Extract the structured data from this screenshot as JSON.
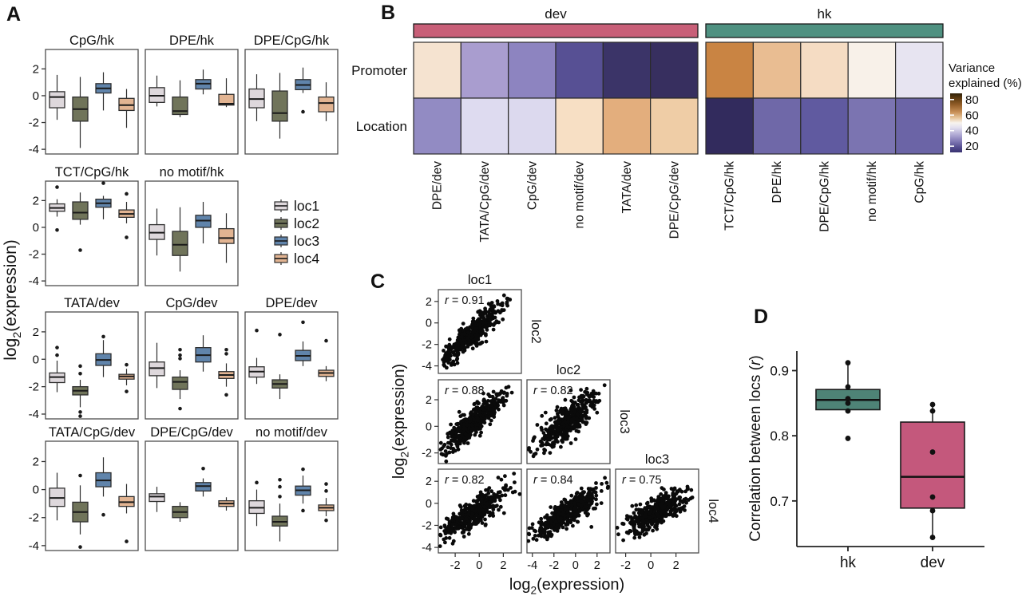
{
  "panel_letters": {
    "a": "A",
    "b": "B",
    "c": "C",
    "d": "D"
  },
  "chart_data": [
    {
      "id": "A",
      "type": "boxplot-grid",
      "ylabel": {
        "pre": "log",
        "sub": "2",
        "post": "(expression)"
      },
      "ylim": [
        -4.35,
        3.45
      ],
      "yticks": [
        2,
        0,
        -2,
        -4
      ],
      "locs": [
        "loc1",
        "loc2",
        "loc3",
        "loc4"
      ],
      "loc_colors": [
        "#ded8dc",
        "#70745a",
        "#6084ab",
        "#e2b492"
      ],
      "subplots": [
        {
          "title": "CpG/hk",
          "boxes": [
            [
              -1.8,
              -0.9,
              -0.1,
              0.3,
              1.55
            ],
            [
              -3.9,
              -1.9,
              -1.0,
              -0.1,
              1.4
            ],
            [
              -1.1,
              0.2,
              0.55,
              0.9,
              1.75
            ],
            [
              -2.4,
              -1.1,
              -0.7,
              -0.2,
              0.5
            ]
          ],
          "outliers": [
            [],
            [],
            [],
            []
          ]
        },
        {
          "title": "DPE/hk",
          "boxes": [
            [
              -0.8,
              -0.5,
              0.0,
              0.6,
              1.5
            ],
            [
              -1.6,
              -1.4,
              -1.15,
              -0.1,
              1.15
            ],
            [
              0.1,
              0.5,
              0.9,
              1.2,
              1.95
            ],
            [
              -0.85,
              -0.7,
              -0.6,
              0.1,
              1.3
            ]
          ],
          "outliers": [
            [],
            [],
            [],
            []
          ]
        },
        {
          "title": "DPE/CpG/hk",
          "boxes": [
            [
              -1.9,
              -0.9,
              -0.25,
              0.5,
              1.6
            ],
            [
              -3.2,
              -1.9,
              -1.3,
              0.35,
              1.7
            ],
            [
              0.2,
              0.45,
              0.8,
              1.2,
              2.1
            ],
            [
              -1.9,
              -1.2,
              -0.55,
              -0.1,
              1.0
            ]
          ],
          "outliers": [
            [],
            [],
            [
              -1.2
            ],
            []
          ]
        },
        {
          "title": "TCT/CpG/hk",
          "boxes": [
            [
              0.8,
              1.2,
              1.45,
              1.75,
              2.1
            ],
            [
              0.2,
              0.6,
              1.1,
              1.9,
              2.6
            ],
            [
              0.6,
              1.5,
              1.8,
              2.1,
              2.35
            ],
            [
              0.3,
              0.75,
              1.0,
              1.3,
              1.9
            ]
          ],
          "outliers": [
            [
              3.0,
              -0.2
            ],
            [
              -1.7
            ],
            [
              3.3
            ],
            [
              2.5,
              -0.75
            ]
          ]
        },
        {
          "title": "no motif/hk",
          "boxes": [
            [
              -2.1,
              -0.9,
              -0.4,
              0.2,
              1.4
            ],
            [
              -3.3,
              -2.1,
              -1.3,
              -0.3,
              1.5
            ],
            [
              -1.2,
              0.0,
              0.5,
              0.9,
              1.9
            ],
            [
              -2.65,
              -1.2,
              -0.8,
              -0.1,
              1.05
            ]
          ],
          "outliers": [
            [],
            [],
            [],
            []
          ]
        },
        {
          "title": "TATA/dev",
          "boxes": [
            [
              -2.4,
              -1.7,
              -1.3,
              -1.0,
              -0.1
            ],
            [
              -3.5,
              -2.6,
              -2.3,
              -2.0,
              -1.5
            ],
            [
              -1.3,
              -0.45,
              -0.05,
              0.4,
              1.4
            ],
            [
              -1.9,
              -1.45,
              -1.25,
              -1.1,
              -0.7
            ]
          ],
          "outliers": [
            [
              0.85,
              0.3
            ],
            [
              -0.5,
              -1.05,
              -3.85,
              -4.15
            ],
            [
              1.65
            ],
            [
              -0.4,
              -2.35
            ]
          ]
        },
        {
          "title": "CpG/dev",
          "boxes": [
            [
              -2.1,
              -1.2,
              -0.65,
              -0.2,
              1.2
            ],
            [
              -2.9,
              -2.2,
              -1.65,
              -1.3,
              -0.8
            ],
            [
              -0.9,
              -0.2,
              0.3,
              0.85,
              1.75
            ],
            [
              -2.0,
              -1.4,
              -1.15,
              -0.9,
              -0.3
            ]
          ],
          "outliers": [
            [],
            [
              0.7,
              0.3,
              0.05,
              -3.6
            ],
            [],
            [
              0.7,
              0.4,
              -2.6
            ]
          ]
        },
        {
          "title": "DPE/dev",
          "boxes": [
            [
              -1.8,
              -1.3,
              -0.9,
              -0.55,
              0.1
            ],
            [
              -2.9,
              -2.1,
              -1.8,
              -1.5,
              -1.1
            ],
            [
              -0.5,
              -0.1,
              0.25,
              0.65,
              1.3
            ],
            [
              -1.6,
              -1.25,
              -1.0,
              -0.8,
              -0.5
            ]
          ],
          "outliers": [
            [
              2.1
            ],
            [
              1.8
            ],
            [
              2.7
            ],
            [
              1.35
            ]
          ]
        },
        {
          "title": "TATA/CpG/dev",
          "boxes": [
            [
              -2.2,
              -1.2,
              -0.6,
              0.1,
              1.2
            ],
            [
              -3.2,
              -2.3,
              -1.6,
              -0.9,
              0.3
            ],
            [
              -0.5,
              0.2,
              0.65,
              1.2,
              2.3
            ],
            [
              -1.7,
              -1.2,
              -0.9,
              -0.5,
              0.4
            ]
          ],
          "outliers": [
            [],
            [
              1.0,
              -4.1
            ],
            [
              -1.8
            ],
            [
              -3.7
            ]
          ]
        },
        {
          "title": "DPE/CpG/dev",
          "boxes": [
            [
              -1.6,
              -0.85,
              -0.5,
              -0.3,
              0.2
            ],
            [
              -2.3,
              -2.0,
              -1.6,
              -1.2,
              -0.9
            ],
            [
              -0.5,
              -0.1,
              0.25,
              0.5,
              0.8
            ],
            [
              -1.5,
              -1.2,
              -1.0,
              -0.8,
              -0.55
            ]
          ],
          "outliers": [
            [],
            [],
            [
              1.5
            ],
            []
          ]
        },
        {
          "title": "no motif/dev",
          "boxes": [
            [
              -2.6,
              -1.7,
              -1.3,
              -0.8,
              0.0
            ],
            [
              -3.7,
              -2.6,
              -2.3,
              -1.9,
              -1.0
            ],
            [
              -1.0,
              -0.4,
              -0.05,
              0.25,
              1.0
            ],
            [
              -1.9,
              -1.5,
              -1.3,
              -1.1,
              -0.6
            ]
          ],
          "outliers": [
            [
              0.5
            ],
            [
              0.7,
              0.2,
              -0.5
            ],
            [
              1.45,
              -1.5
            ],
            [
              0.4,
              -0.1,
              -2.2
            ]
          ]
        }
      ]
    },
    {
      "id": "B",
      "type": "heatmap",
      "row_labels": [
        "Promoter",
        "Location"
      ],
      "groups": [
        {
          "label": "dev",
          "bar_color": "#c85f78",
          "columns": [
            "DPE/dev",
            "TATA/CpG/dev",
            "CpG/dev",
            "no motif/dev",
            "TATA/dev",
            "DPE/CpG/dev"
          ],
          "promoter_values": [
            55,
            33,
            30,
            21,
            15,
            14
          ],
          "promoter_colors": [
            "#f5e3d0",
            "#a99dcf",
            "#8d84c0",
            "#575094",
            "#3b3468",
            "#372f5f"
          ],
          "location_values": [
            32,
            43,
            43,
            52,
            61,
            55
          ],
          "location_colors": [
            "#928bc3",
            "#dedbf0",
            "#dcd9ee",
            "#f7dfc4",
            "#e3ae7d",
            "#efcda6"
          ]
        },
        {
          "label": "hk",
          "bar_color": "#4f9181",
          "columns": [
            "TCT/CpG/hk",
            "DPE/hk",
            "DPE/CpG/hk",
            "no motif/hk",
            "CpG/hk"
          ],
          "promoter_values": [
            71,
            60,
            53,
            46,
            42
          ],
          "promoter_colors": [
            "#c98443",
            "#e9bd92",
            "#f5dcc3",
            "#f8f1e9",
            "#e7e4f1"
          ],
          "location_values": [
            15,
            25,
            23,
            27,
            25
          ],
          "location_colors": [
            "#322b5d",
            "#6f68a8",
            "#605aa0",
            "#7b74b1",
            "#6b64a6"
          ]
        }
      ],
      "legend": {
        "title_lines": [
          "Variance",
          "explained (%)"
        ],
        "ticks": [
          80,
          60,
          40,
          20
        ],
        "domain": [
          88,
          12
        ],
        "gradient_stops": [
          [
            "0",
            "#2e2007"
          ],
          [
            "0.08",
            "#5c3a10"
          ],
          [
            "0.2",
            "#96602a"
          ],
          [
            "0.32",
            "#c89057"
          ],
          [
            "0.42",
            "#e8c9a0"
          ],
          [
            "0.5",
            "#f8f4ee"
          ],
          [
            "0.58",
            "#e2dfef"
          ],
          [
            "0.7",
            "#b1aad4"
          ],
          [
            "0.82",
            "#7d76b2"
          ],
          [
            "0.92",
            "#524b8e"
          ],
          [
            "1",
            "#3a3370"
          ]
        ]
      }
    },
    {
      "id": "C",
      "type": "scatter-matrix",
      "xlabel": {
        "pre": "log",
        "sub": "2",
        "post": "(expression)"
      },
      "ylabel": {
        "pre": "log",
        "sub": "2",
        "post": "(expression)"
      },
      "r_symbol": "r",
      "cols": [
        {
          "title": "loc1",
          "xlim": [
            -3.4,
            3.5
          ],
          "xticks": [
            -2,
            0,
            2
          ]
        },
        {
          "title": "loc2",
          "xlim": [
            -4.5,
            3.2
          ],
          "xticks": [
            -4,
            -2,
            0,
            2
          ]
        },
        {
          "title": "loc3",
          "xlim": [
            -2.8,
            3.8
          ],
          "xticks": [
            -2,
            0,
            2
          ]
        }
      ],
      "rows": [
        {
          "label": "loc2",
          "ylim": [
            -4.7,
            3.1
          ],
          "yticks": [
            2,
            0,
            -2,
            -4
          ]
        },
        {
          "label": "loc3",
          "ylim": [
            -2.8,
            3.5
          ],
          "yticks": [
            2,
            0,
            -2
          ]
        },
        {
          "label": "loc4",
          "ylim": [
            -4.5,
            3.1
          ],
          "yticks": [
            2,
            0,
            -2,
            -4
          ]
        }
      ],
      "cells": [
        {
          "row": 0,
          "col": 0,
          "r": 0.91,
          "center": [
            -0.6,
            -1.0
          ],
          "spread": [
            1.35,
            1.45
          ],
          "n": 430
        },
        {
          "row": 1,
          "col": 0,
          "r": 0.88,
          "center": [
            -0.4,
            0.4
          ],
          "spread": [
            1.3,
            1.1
          ],
          "n": 430
        },
        {
          "row": 1,
          "col": 1,
          "r": 0.82,
          "center": [
            -0.7,
            0.4
          ],
          "spread": [
            1.45,
            1.1
          ],
          "n": 430
        },
        {
          "row": 2,
          "col": 0,
          "r": 0.82,
          "center": [
            -0.5,
            -0.9
          ],
          "spread": [
            1.3,
            1.1
          ],
          "n": 430
        },
        {
          "row": 2,
          "col": 1,
          "r": 0.84,
          "center": [
            -0.8,
            -0.9
          ],
          "spread": [
            1.5,
            1.1
          ],
          "n": 430
        },
        {
          "row": 2,
          "col": 2,
          "r": 0.75,
          "center": [
            0.5,
            -0.8
          ],
          "spread": [
            1.25,
            0.95
          ],
          "n": 430
        }
      ]
    },
    {
      "id": "D",
      "type": "boxplot",
      "ylabel": {
        "pre": "Correlation between locs (",
        "italic": "r",
        "post": ")"
      },
      "ylim": [
        0.63,
        0.93
      ],
      "yticks": [
        0.9,
        0.8,
        0.7
      ],
      "boxes": [
        {
          "label": "hk",
          "color": "#4e8376",
          "q1": 0.84,
          "median": 0.855,
          "q3": 0.871,
          "whisker_low": 0.838,
          "whisker_high": 0.912,
          "points": [
            0.912,
            0.875,
            0.857,
            0.85,
            0.838
          ],
          "outliers": [
            0.796
          ]
        },
        {
          "label": "dev",
          "color": "#c4587c",
          "q1": 0.689,
          "median": 0.737,
          "q3": 0.821,
          "whisker_low": 0.644,
          "whisker_high": 0.848,
          "points": [
            0.848,
            0.838,
            0.775,
            0.706,
            0.685,
            0.644
          ],
          "outliers": []
        }
      ]
    }
  ]
}
